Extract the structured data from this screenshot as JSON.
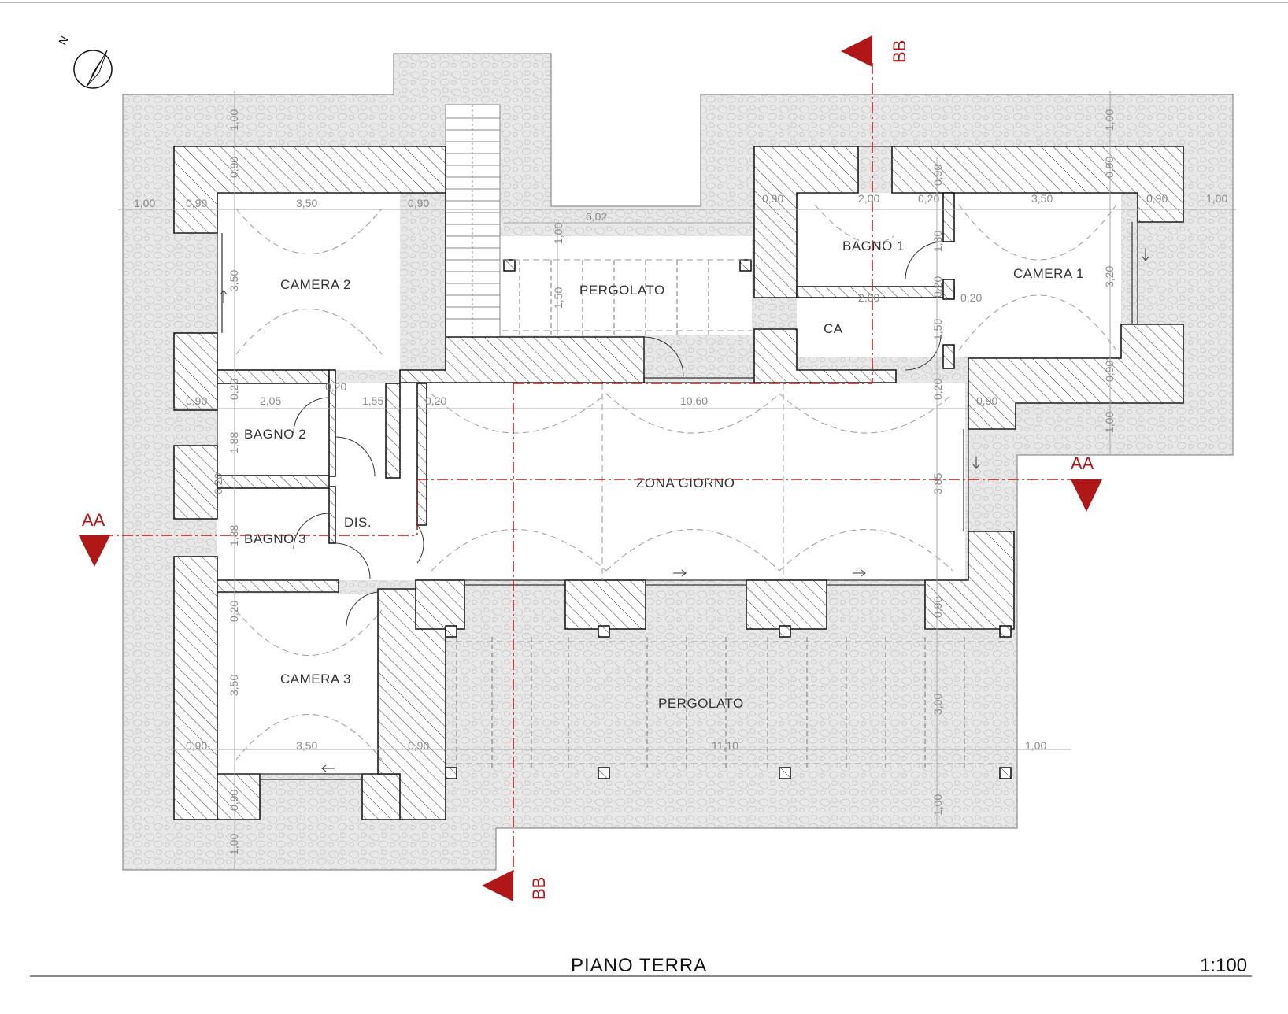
{
  "drawing": {
    "title": "PIANO TERRA",
    "scale": "1:100",
    "north_label": "N"
  },
  "rooms": {
    "camera_1": "CAMERA 1",
    "camera_2": "CAMERA 2",
    "camera_3": "CAMERA 3",
    "bagno_1": "BAGNO 1",
    "bagno_2": "BAGNO 2",
    "bagno_3": "BAGNO 3",
    "ca": "CA",
    "dis": "DIS.",
    "zona_giorno": "ZONA GIORNO",
    "pergolato_top": "PERGOLATO",
    "pergolato_bottom": "PERGOLATO"
  },
  "sections": {
    "aa_left": "AA",
    "aa_right": "AA",
    "bb_top": "BB",
    "bb_bottom": "BB"
  },
  "dimensions": {
    "d01": "1,00",
    "d02": "0,90",
    "d03": "3,50",
    "d04": "0,90",
    "d05": "6,02",
    "d06": "0,90",
    "d07": "2,00",
    "d08": "0,20",
    "d09": "3,50",
    "d10": "0,90",
    "d11": "1,00",
    "d12": "1,00",
    "d13": "0,90",
    "d14": "3,50",
    "d15": "1,00",
    "d16": "1,50",
    "d17": "0,90",
    "d18": "1,80",
    "d19": "2,00",
    "d20": "0,20",
    "d21": "1,50",
    "d22": "1,00",
    "d23": "0,90",
    "d24": "3,20",
    "d25": "0,90",
    "d26": "1,00",
    "d27": "0,90",
    "d28": "2,05",
    "d29": "0,20",
    "d30": "1,55",
    "d31": "0,20",
    "d32": "10,60",
    "d33": "0,20",
    "d34": "0,90",
    "d35": "0,20",
    "d36": "1,88",
    "d37": "0,20",
    "d38": "1,88",
    "d39": "3,85",
    "d40": "0,20",
    "d41": "3,50",
    "d42": "0,90",
    "d43": "0,90",
    "d44": "3,50",
    "d45": "0,90",
    "d46": "11,10",
    "d47": "1,00",
    "d48": "3,00",
    "d49": "0,90",
    "d50": "1,00",
    "d51": "1,00",
    "d52": "0,20"
  },
  "colors": {
    "section_red": "#b01818",
    "wall_stroke": "#1a1a1a",
    "paving": "#e6e6e6",
    "dimension_gray": "#8a8a8a"
  }
}
